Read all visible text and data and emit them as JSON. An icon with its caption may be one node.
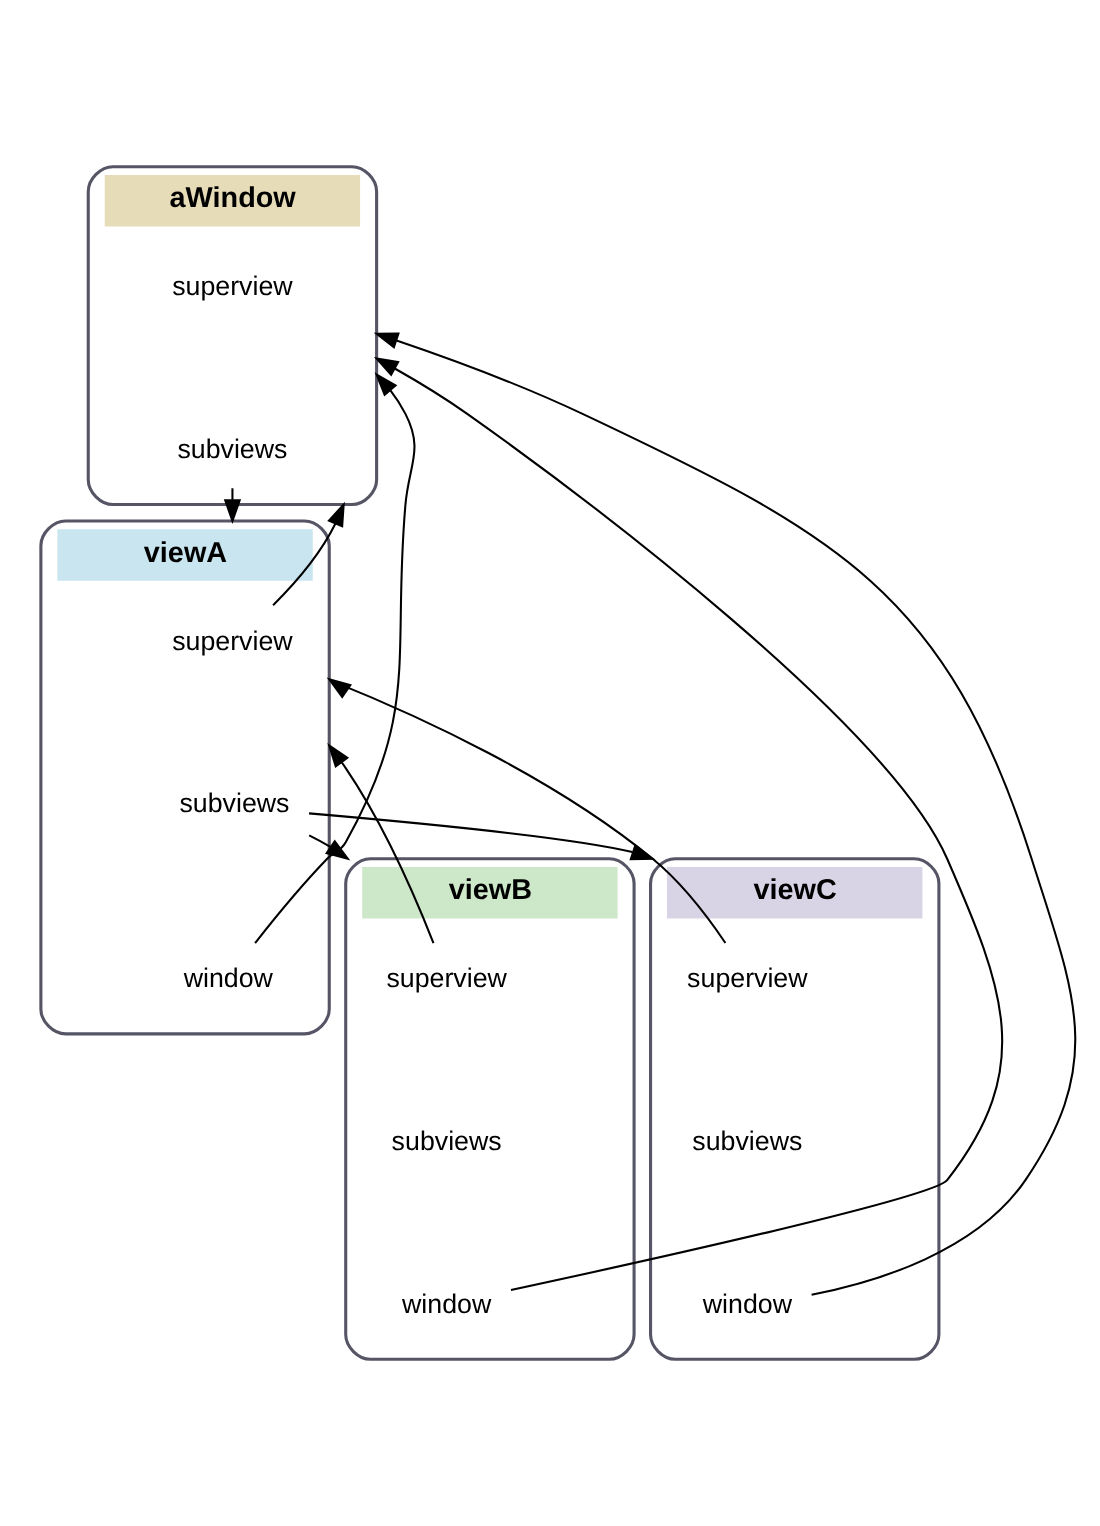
{
  "diagram": {
    "nodes": [
      {
        "text": [
          "aWindow"
        ]
      },
      {
        "text": [
          "superview"
        ],
        "in": 0
      },
      {
        "text": [
          "subviews"
        ],
        "in": 0
      },
      {
        "text": [
          "viewA"
        ]
      },
      {
        "text": [
          "superview"
        ],
        "in": 3
      },
      {
        "text": [
          "subviews"
        ],
        "in": 3
      },
      {
        "text": [
          "window"
        ],
        "in": 3
      },
      {
        "text": [
          "viewB"
        ]
      },
      {
        "text": [
          "superview"
        ],
        "in": 7
      },
      {
        "text": [
          "subviews"
        ],
        "in": 7
      },
      {
        "text": [
          "window"
        ],
        "in": 7
      },
      {
        "text": [
          "viewC"
        ]
      },
      {
        "text": [
          "superview"
        ],
        "in": 11
      },
      {
        "text": [
          "subviews"
        ],
        "in": 11
      },
      {
        "text": [
          "window"
        ],
        "in": 11
      }
    ],
    "edges": [
      {
        "from": 2,
        "to": 3,
        "arrow": "to"
      },
      {
        "from": 4,
        "to": 0,
        "arrow": "to"
      },
      {
        "from": 5,
        "to": 7,
        "arrow": "to"
      },
      {
        "from": 5,
        "to": 11,
        "arrow": "to"
      },
      {
        "from": 6,
        "to": 0,
        "arrow": "to"
      },
      {
        "from": 8,
        "to": 3,
        "arrow": "to"
      },
      {
        "from": 12,
        "to": 3,
        "arrow": "to"
      },
      {
        "from": 10,
        "to": 0,
        "arrow": "to"
      },
      {
        "from": 14,
        "to": 0,
        "arrow": "to"
      }
    ]
  }
}
